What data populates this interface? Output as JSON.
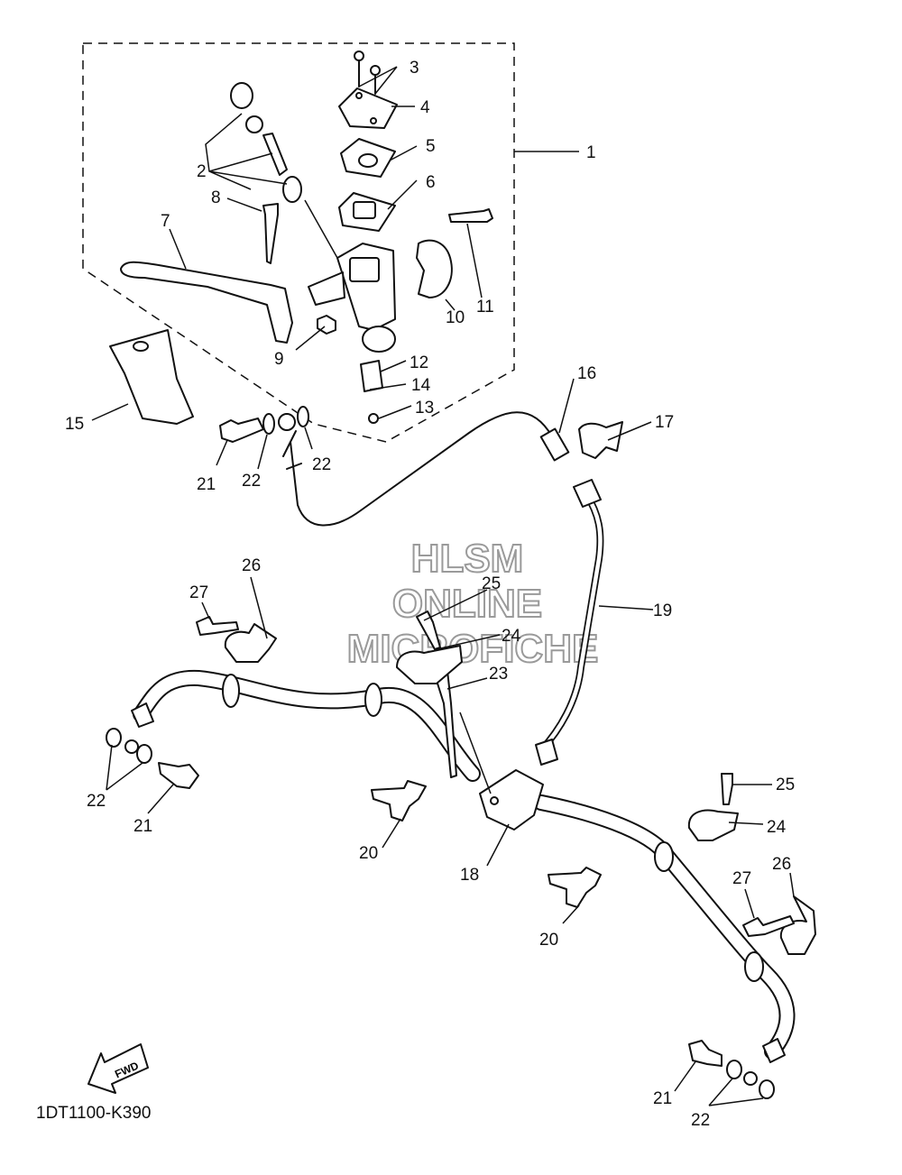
{
  "diagram_code": "1DT1100-K390",
  "fwd_label": "FWD",
  "watermark": [
    "HLSM",
    "ONLINE",
    "MICROFICHE"
  ],
  "callouts": [
    {
      "id": "c1",
      "text": "1"
    },
    {
      "id": "c2",
      "text": "2"
    },
    {
      "id": "c3",
      "text": "3"
    },
    {
      "id": "c4",
      "text": "4"
    },
    {
      "id": "c5",
      "text": "5"
    },
    {
      "id": "c6",
      "text": "6"
    },
    {
      "id": "c7",
      "text": "7"
    },
    {
      "id": "c8",
      "text": "8"
    },
    {
      "id": "c9",
      "text": "9"
    },
    {
      "id": "c10",
      "text": "10"
    },
    {
      "id": "c11",
      "text": "11"
    },
    {
      "id": "c12",
      "text": "12"
    },
    {
      "id": "c13",
      "text": "13"
    },
    {
      "id": "c14",
      "text": "14"
    },
    {
      "id": "c15",
      "text": "15"
    },
    {
      "id": "c16",
      "text": "16"
    },
    {
      "id": "c17",
      "text": "17"
    },
    {
      "id": "c18",
      "text": "18"
    },
    {
      "id": "c19",
      "text": "19"
    },
    {
      "id": "c20a",
      "text": "20"
    },
    {
      "id": "c20b",
      "text": "20"
    },
    {
      "id": "c21a",
      "text": "21"
    },
    {
      "id": "c21b",
      "text": "21"
    },
    {
      "id": "c21c",
      "text": "21"
    },
    {
      "id": "c22a",
      "text": "22"
    },
    {
      "id": "c22b",
      "text": "22"
    },
    {
      "id": "c22c",
      "text": "22"
    },
    {
      "id": "c22d",
      "text": "22"
    },
    {
      "id": "c23",
      "text": "23"
    },
    {
      "id": "c24a",
      "text": "24"
    },
    {
      "id": "c24b",
      "text": "24"
    },
    {
      "id": "c25a",
      "text": "25"
    },
    {
      "id": "c25b",
      "text": "25"
    },
    {
      "id": "c26a",
      "text": "26"
    },
    {
      "id": "c26b",
      "text": "26"
    },
    {
      "id": "c27a",
      "text": "27"
    },
    {
      "id": "c27b",
      "text": "27"
    }
  ]
}
